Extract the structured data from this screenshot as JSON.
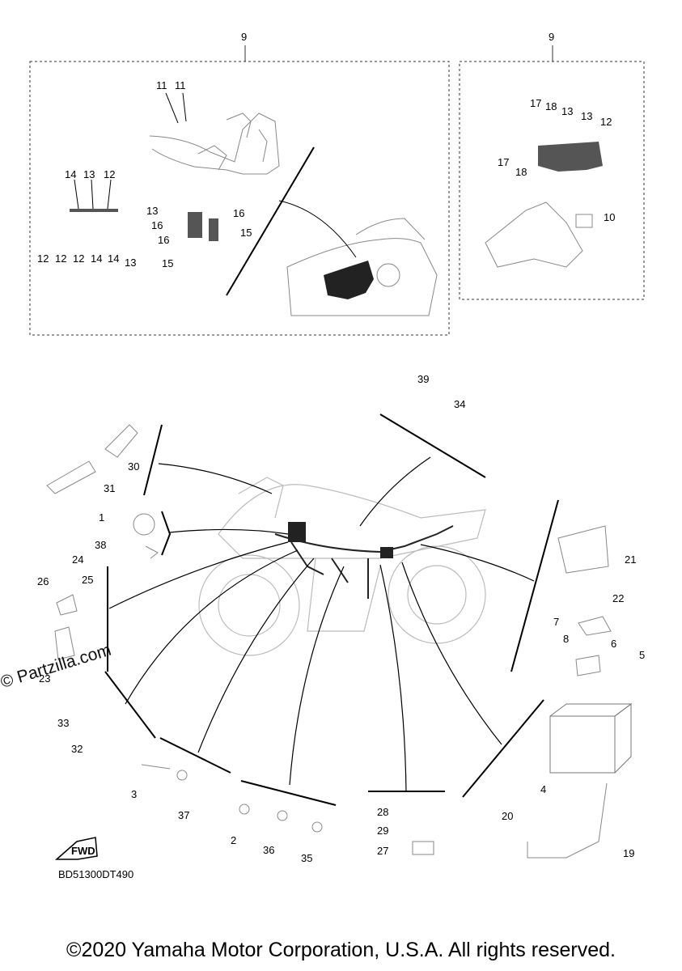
{
  "diagram": {
    "group_label_left": "9",
    "group_label_right": "9",
    "part_labels": [
      "1",
      "2",
      "3",
      "4",
      "5",
      "6",
      "7",
      "8",
      "10",
      "11",
      "11",
      "12",
      "12",
      "12",
      "12",
      "12",
      "13",
      "13",
      "13",
      "13",
      "13",
      "14",
      "14",
      "14",
      "15",
      "15",
      "16",
      "16",
      "16",
      "17",
      "17",
      "18",
      "18",
      "19",
      "20",
      "21",
      "22",
      "23",
      "24",
      "25",
      "26",
      "27",
      "28",
      "29",
      "30",
      "31",
      "32",
      "33",
      "34",
      "35",
      "36",
      "37",
      "38",
      "39"
    ],
    "fwd_label": "FWD",
    "diagram_code": "BD51300DT490",
    "watermark": "© Partzilla.com",
    "copyright": "©2020 Yamaha Motor Corporation, U.S.A. All rights reserved."
  },
  "colors": {
    "line": "#000000",
    "art": "#9a9a9a",
    "art_dark": "#333333",
    "background": "#ffffff"
  }
}
